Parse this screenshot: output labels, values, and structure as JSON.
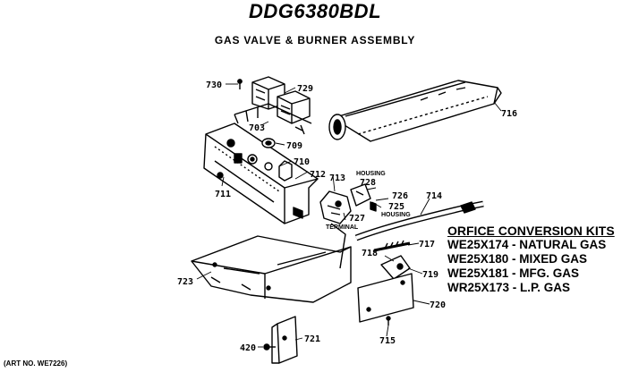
{
  "header": {
    "model": "DDG6380BDL",
    "subtitle": "GAS VALVE & BURNER ASSEMBLY"
  },
  "part_labels": {
    "p730": "730",
    "p729": "729",
    "p703": "703",
    "p709": "709",
    "p710": "710",
    "p712": "712",
    "p711": "711",
    "p713": "713",
    "p728": "728",
    "p726": "726",
    "p725": "725",
    "p727": "727",
    "p714": "714",
    "p716": "716",
    "p717": "717",
    "p718": "718",
    "p719": "719",
    "p720": "720",
    "p715": "715",
    "p723": "723",
    "p721": "721",
    "p420": "420"
  },
  "annotations": {
    "housing_top": "HOUSING",
    "housing_side": "HOUSING",
    "terminal": "TERMINAL"
  },
  "conversion_kits": {
    "title": "ORFICE CONVERSION KITS",
    "items": [
      "WE25X174 - NATURAL GAS",
      "WE25X180 - MIXED GAS",
      "WE25X181 - MFG. GAS",
      "WR25X173 - L.P. GAS"
    ]
  },
  "footer": {
    "art_no": "(ART NO. WE7226)"
  }
}
